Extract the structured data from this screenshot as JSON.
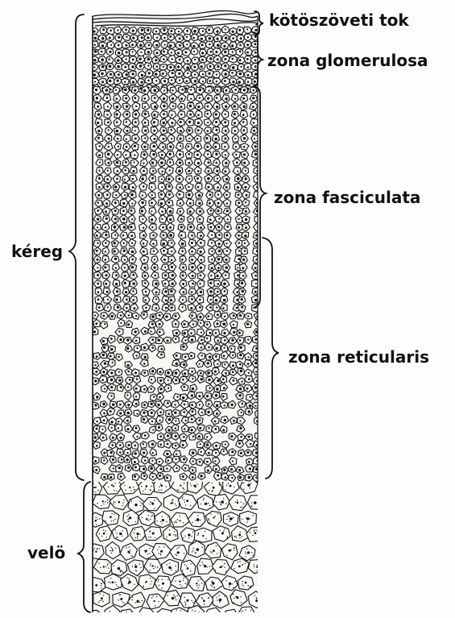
{
  "labels": {
    "capsule": "kötöszöveti tok",
    "glomerulosa": "zona glomerulosa",
    "fasciculata": "zona fasciculata",
    "reticularis": "zona reticularis",
    "cortex": "kéreg",
    "medulla": "velö"
  },
  "colors": {
    "ink": "#111111",
    "paper": "#fdfdfb"
  }
}
